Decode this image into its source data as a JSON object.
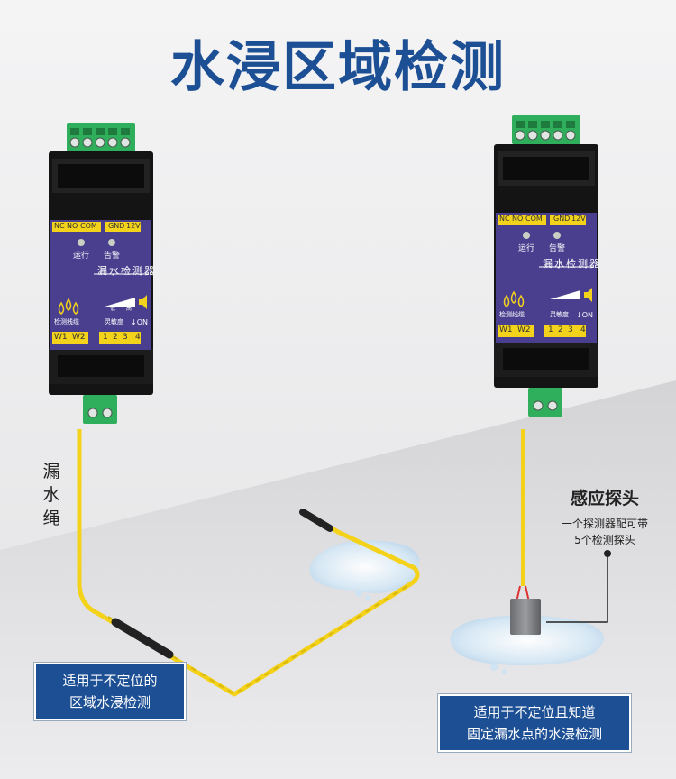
{
  "title": "水浸区域检测",
  "rope_label": [
    "漏",
    "水",
    "绳"
  ],
  "probe": {
    "title": "感应探头",
    "desc_line1": "一个探测器配可带",
    "desc_line2": "5个检测探头"
  },
  "left_box": {
    "line1": "适用于不定位的",
    "line2": "区域水浸检测"
  },
  "right_box": {
    "line1": "适用于不定位且知道",
    "line2": "固定漏水点的水浸检测"
  },
  "device": {
    "top_labels": [
      "NC",
      "NO",
      "COM",
      "GND",
      "12V"
    ],
    "led_run": "运行",
    "led_alarm": "告警",
    "name": "漏水检测器",
    "left_caption": "检测线缆",
    "sens_caption": "灵敏度",
    "sens_low": "低",
    "sens_high": "高",
    "on_label": "↓ON",
    "bottom_labels": [
      "W1",
      "W2",
      "1",
      "2",
      "3",
      "4"
    ]
  },
  "colors": {
    "title": "#1d4f94",
    "box": "#1d4f94",
    "panel": "#4a3f8f",
    "label_strip": "#f2d21b",
    "terminal": "#2fae5b",
    "rope": "#f5d21a"
  }
}
